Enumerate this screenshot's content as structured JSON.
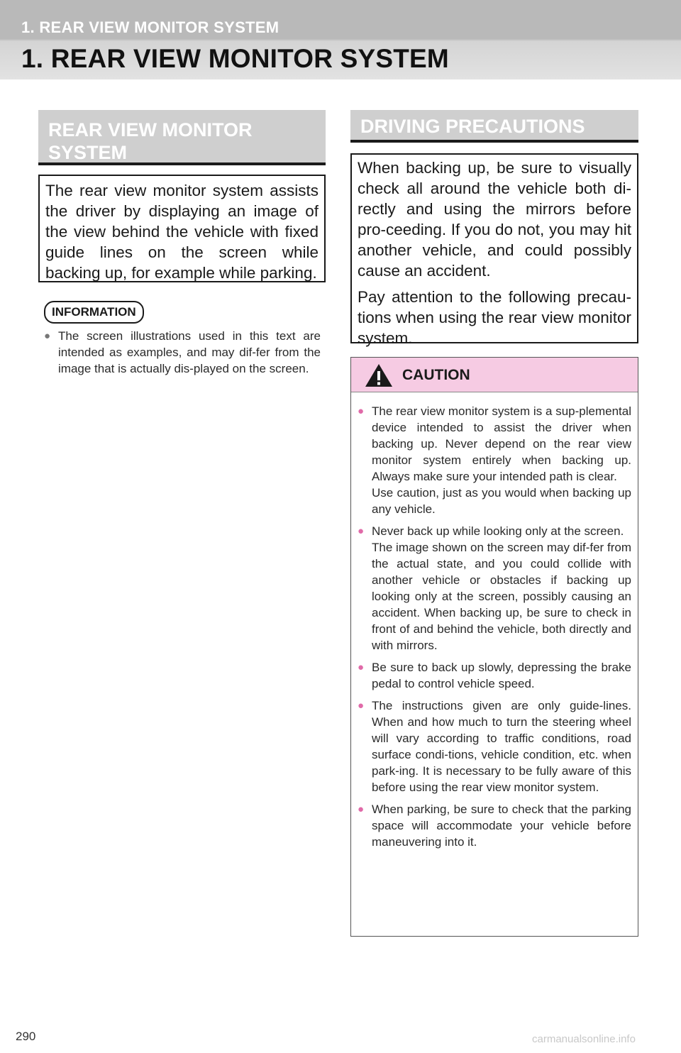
{
  "header": {
    "running_head": "1. REAR VIEW MONITOR SYSTEM",
    "title": "1. REAR VIEW MONITOR SYSTEM"
  },
  "left": {
    "section_title": "REAR VIEW MONITOR SYSTEM",
    "body": "The rear view monitor system assists the driver by displaying an image of the view behind the vehicle with fixed guide lines on the screen while backing up, for example while parking.",
    "information_label": "INFORMATION",
    "information_items": [
      "The screen illustrations used in this text are intended as examples, and may dif-fer from the image that is actually dis-played on the screen."
    ]
  },
  "right": {
    "section_title": "DRIVING PRECAUTIONS",
    "paragraphs": [
      "When backing up, be sure to visually check all around the vehicle both di-rectly and using the mirrors before pro-ceeding. If you do not, you may hit another vehicle, and could possibly cause an accident.",
      "Pay attention to the following precau-tions when using the rear view monitor system."
    ],
    "caution": {
      "title": "CAUTION",
      "items": [
        {
          "text": "The rear view monitor system is a sup-plemental device intended to assist the driver when backing up. Never depend on the rear view monitor system entirely when backing up. Always make sure your intended path is clear.",
          "sub": "Use caution, just as you would when backing up any vehicle."
        },
        {
          "text": "Never back up while looking only at the screen.",
          "sub": "The image shown on the screen may dif-fer from the actual state, and you could collide with another vehicle or obstacles if backing up looking only at the screen, possibly causing an accident. When backing up, be sure to check in front of and behind the vehicle, both directly and with mirrors."
        },
        {
          "text": "Be sure to back up slowly, depressing the brake pedal to control vehicle speed.",
          "sub": ""
        },
        {
          "text": "The instructions given are only guide-lines. When and how much to turn the steering wheel will vary according to traffic conditions, road surface condi-tions, vehicle condition, etc. when park-ing. It is necessary to be fully aware of this before using the rear view monitor system.",
          "sub": ""
        },
        {
          "text": "When parking, be sure to check that the parking space will accommodate your vehicle before maneuvering into it.",
          "sub": ""
        }
      ]
    }
  },
  "footer": {
    "page_number": "290",
    "watermark": "carmanualsonline.info"
  },
  "colors": {
    "caution_header": "#f6cbe3",
    "caution_bullet": "#e06aa8",
    "section_head": "#cfcfcf"
  }
}
